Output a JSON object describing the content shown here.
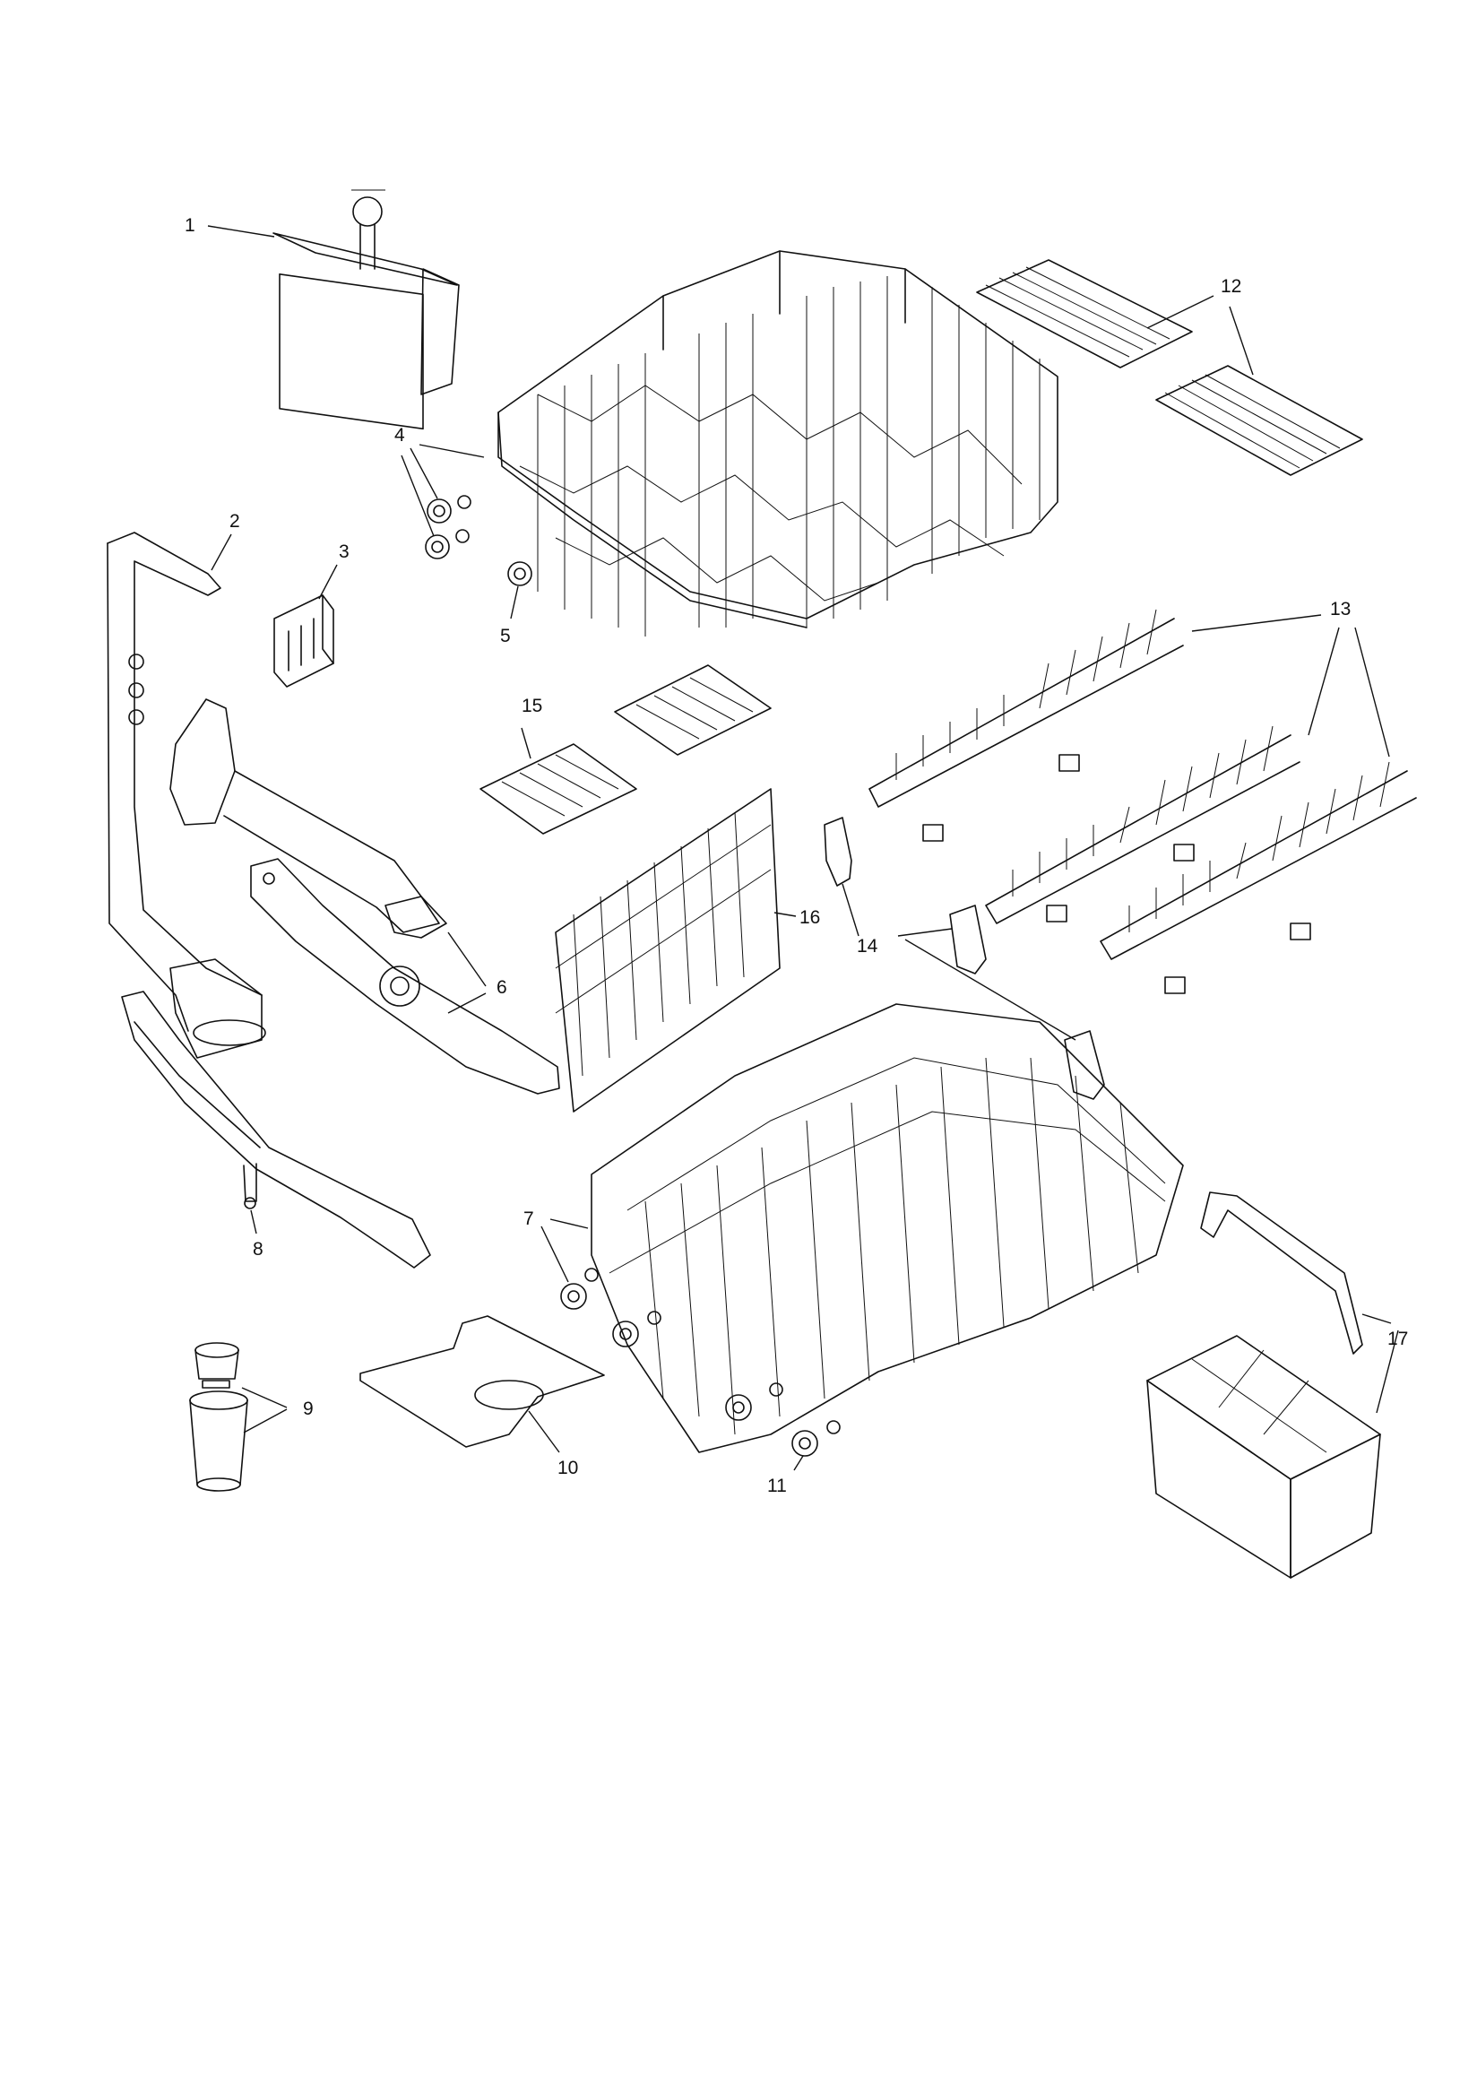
{
  "callouts": [
    {
      "id": "1"
    },
    {
      "id": "2"
    },
    {
      "id": "3"
    },
    {
      "id": "4"
    },
    {
      "id": "5"
    },
    {
      "id": "6"
    },
    {
      "id": "7"
    },
    {
      "id": "8"
    },
    {
      "id": "9"
    },
    {
      "id": "10"
    },
    {
      "id": "11"
    },
    {
      "id": "12"
    },
    {
      "id": "13"
    },
    {
      "id": "14"
    },
    {
      "id": "15"
    },
    {
      "id": "16"
    },
    {
      "id": "17"
    }
  ]
}
